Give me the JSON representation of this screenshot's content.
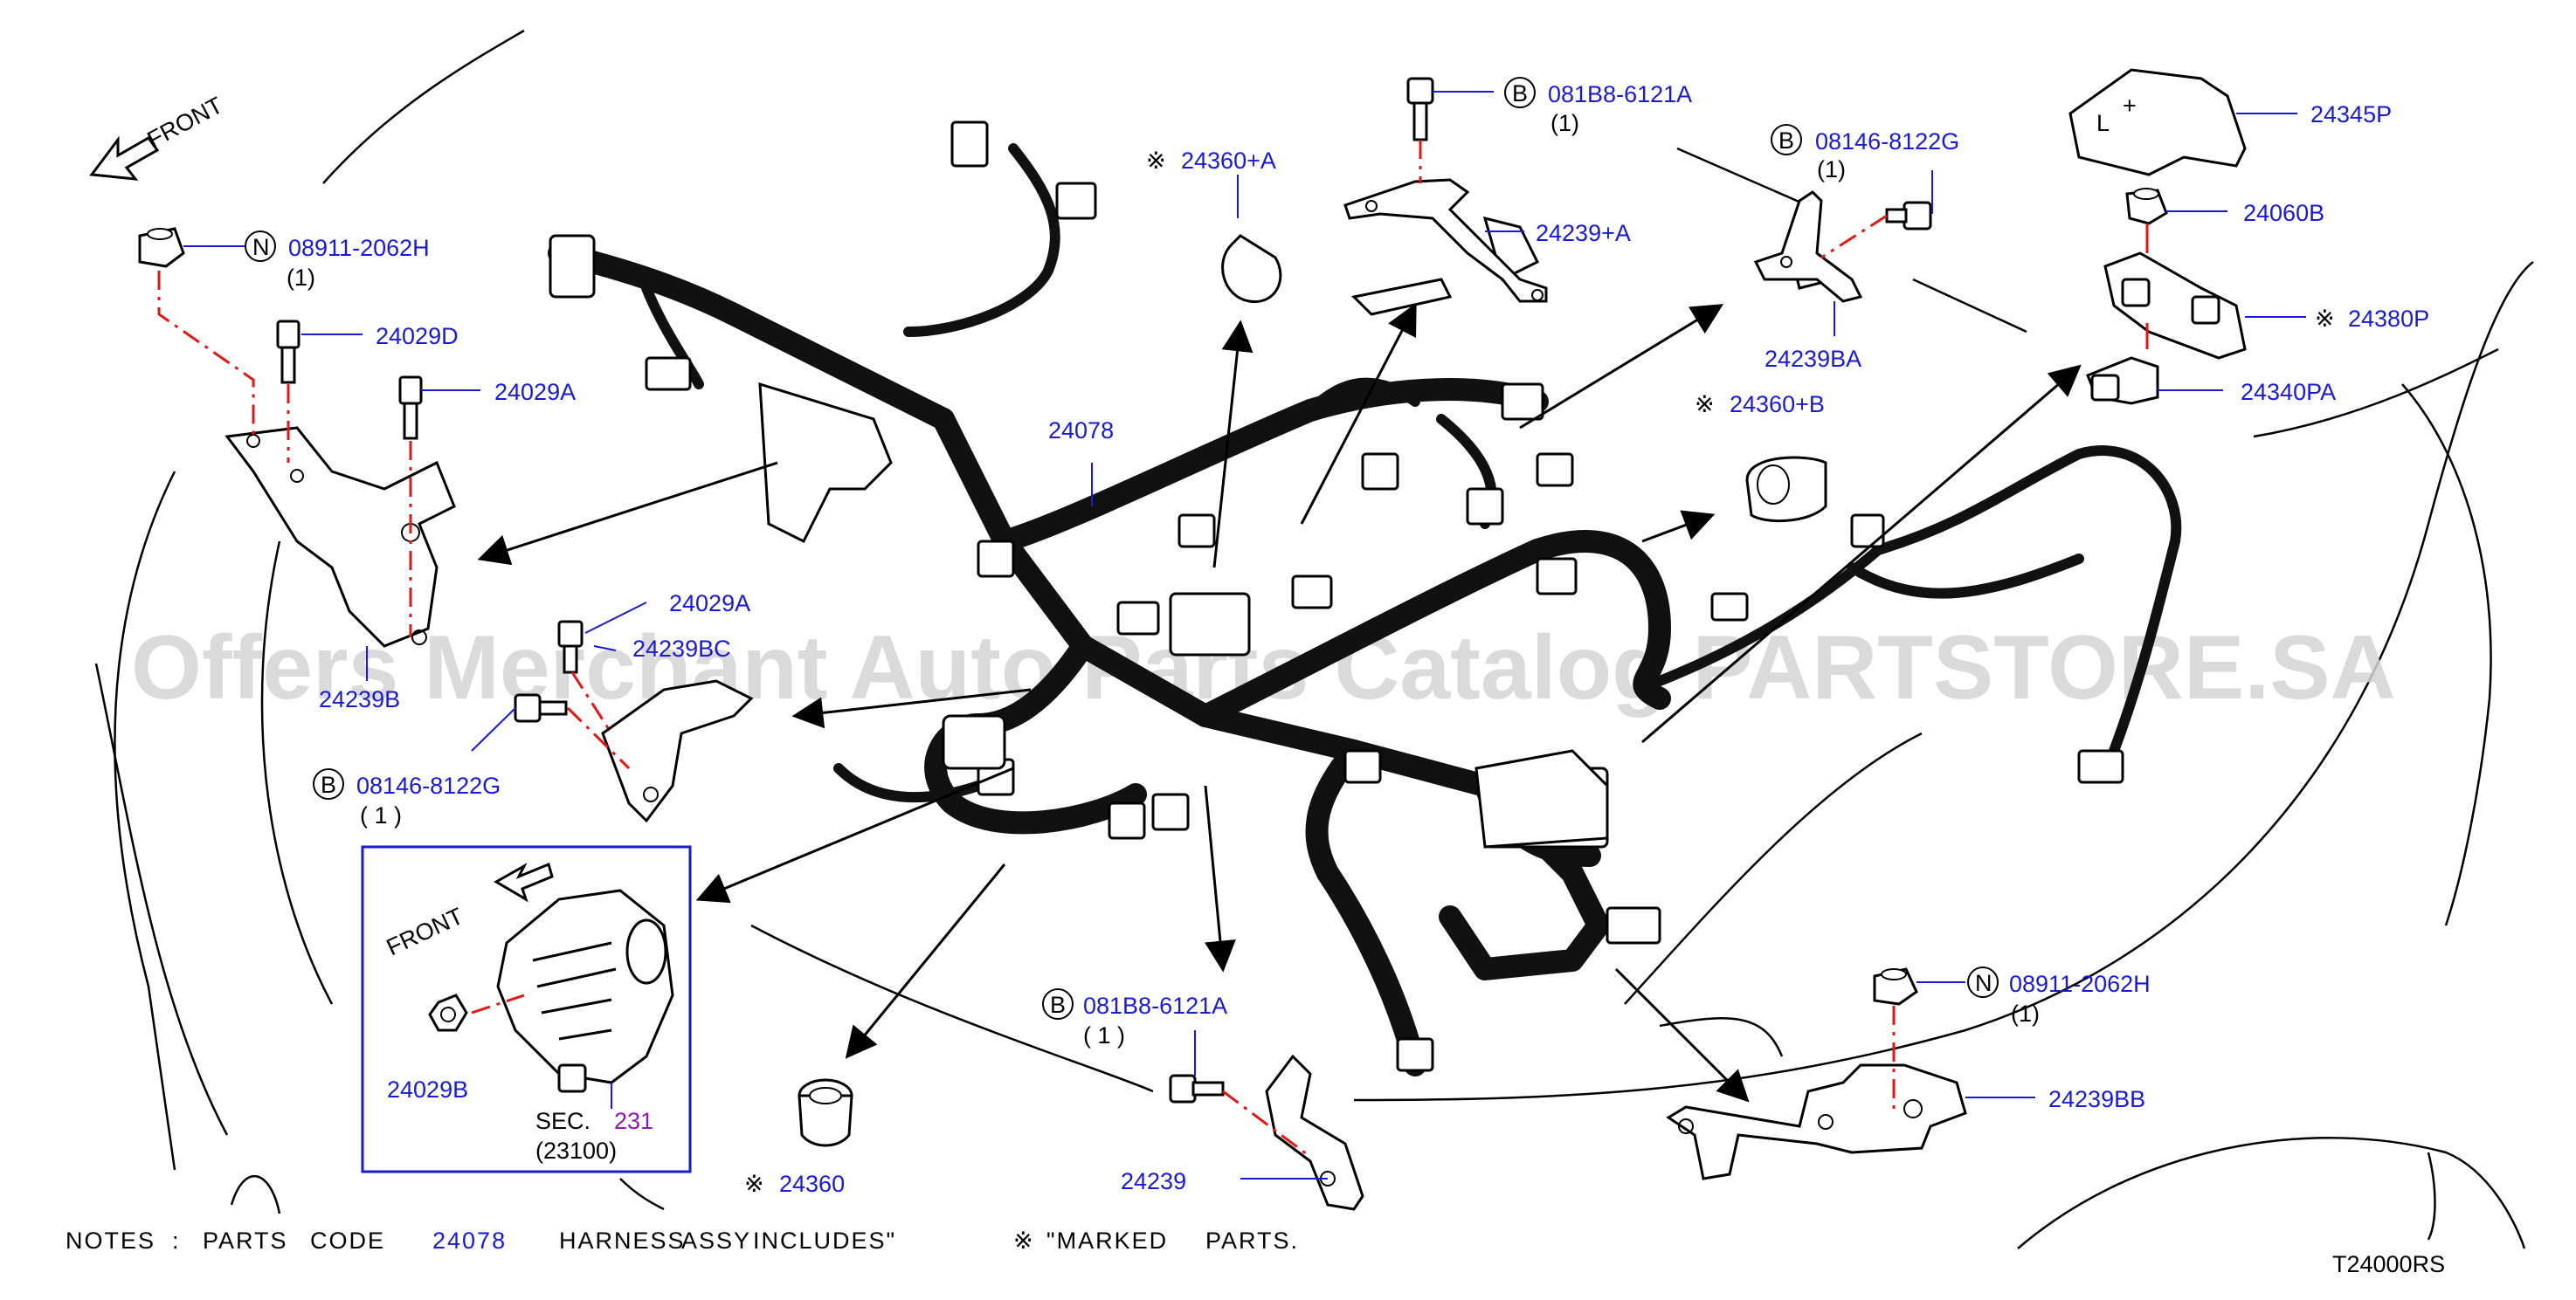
{
  "diagram_code": "T24000RS",
  "watermark": "Offers Merchant Auto Parts Catalog PARTSTORE.SA",
  "front_labels": {
    "main": "FRONT",
    "inset": "FRONT"
  },
  "callouts": {
    "p_08911_2062H_top": "08911-2062H",
    "p_08911_2062H_top_qty": "(1)",
    "p_24029D": "24029D",
    "p_24029A_top": "24029A",
    "p_24239B": "24239B",
    "p_24029A_mid": "24029A",
    "p_24239BC": "24239BC",
    "p_08146_8122G_left": "08146-8122G",
    "p_08146_8122G_left_qty": "(  1  )",
    "p_24029B": "24029B",
    "sec_label": "SEC.",
    "sec_num": "231",
    "sec_sub": "(23100)",
    "p_24360": "24360",
    "p_081B8_6121A_bottom": "081B8-6121A",
    "p_081B8_6121A_bottom_qty": "(  1  )",
    "p_24239": "24239",
    "p_24360A": "24360+A",
    "p_24078": "24078",
    "p_081B8_6121A_top": "081B8-6121A",
    "p_081B8_6121A_top_qty": "(1)",
    "p_24239A": "24239+A",
    "p_08146_8122G_right": "08146-8122G",
    "p_08146_8122G_right_qty": "(1)",
    "p_24239BA": "24239BA",
    "p_24360B": "24360+B",
    "p_24345P": "24345P",
    "p_24060B": "24060B",
    "p_24380P": "24380P",
    "p_24340PA": "24340PA",
    "p_08911_2062H_right": "08911-2062H",
    "p_08911_2062H_right_qty": "(1)",
    "p_24239BB": "24239BB"
  },
  "symbols": {
    "N": "N",
    "B": "B",
    "kome": "※"
  },
  "notes": {
    "a": "NOTES",
    "b": ":",
    "c": "PARTS",
    "d": "CODE",
    "code": "24078",
    "e": "HARNESS",
    "f": "ASSY",
    "g": "INCLUDES\"",
    "h": "\"MARKED",
    "i": "PARTS."
  }
}
